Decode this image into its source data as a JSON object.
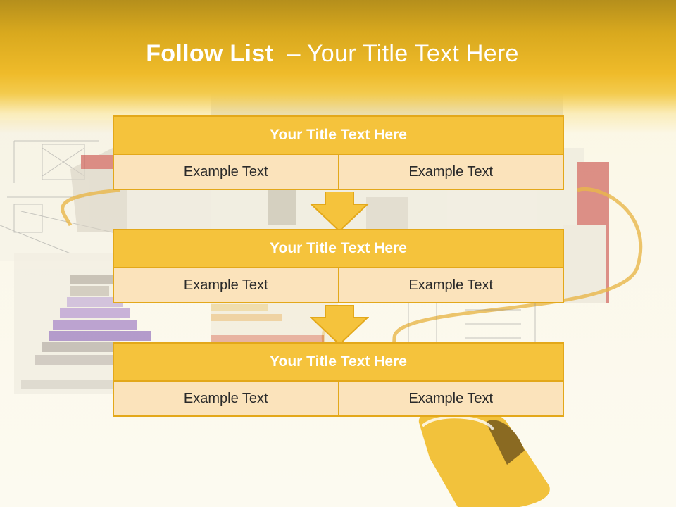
{
  "slide": {
    "title_bold": "Follow List",
    "title_rest": "– Your Title Text Here"
  },
  "steps": [
    {
      "title": "Your Title Text Here",
      "left": "Example Text",
      "right": "Example Text"
    },
    {
      "title": "Your Title Text Here",
      "left": "Example Text",
      "right": "Example Text"
    },
    {
      "title": "Your Title Text Here",
      "left": "Example Text",
      "right": "Example Text"
    }
  ],
  "colors": {
    "header": "#efbb2a",
    "block_title": "#f5c33c",
    "block_border": "#e3a81a",
    "cell": "#fbe3bb"
  }
}
